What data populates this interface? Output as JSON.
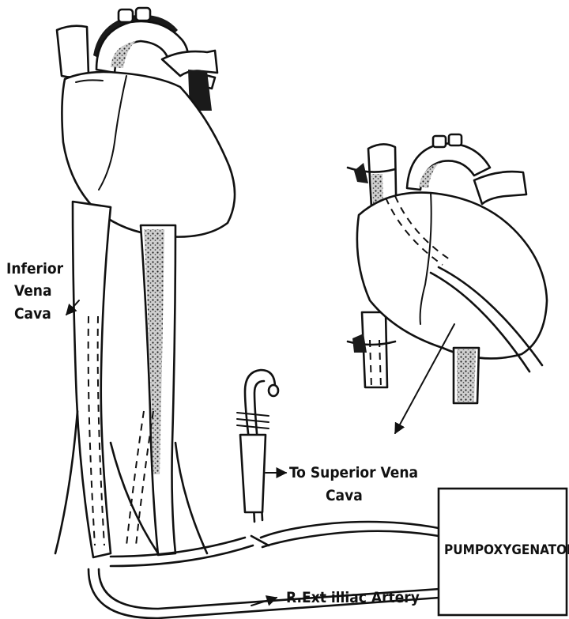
{
  "labels": {
    "inferior_vena_cava": [
      "Inferior",
      "Vena",
      "Cava"
    ],
    "superior_vena_cava": [
      "To Superior Vena",
      "Cava"
    ],
    "pump": "PUMPOXYGENATOR",
    "artery": "R.Ext illiac Artery"
  }
}
